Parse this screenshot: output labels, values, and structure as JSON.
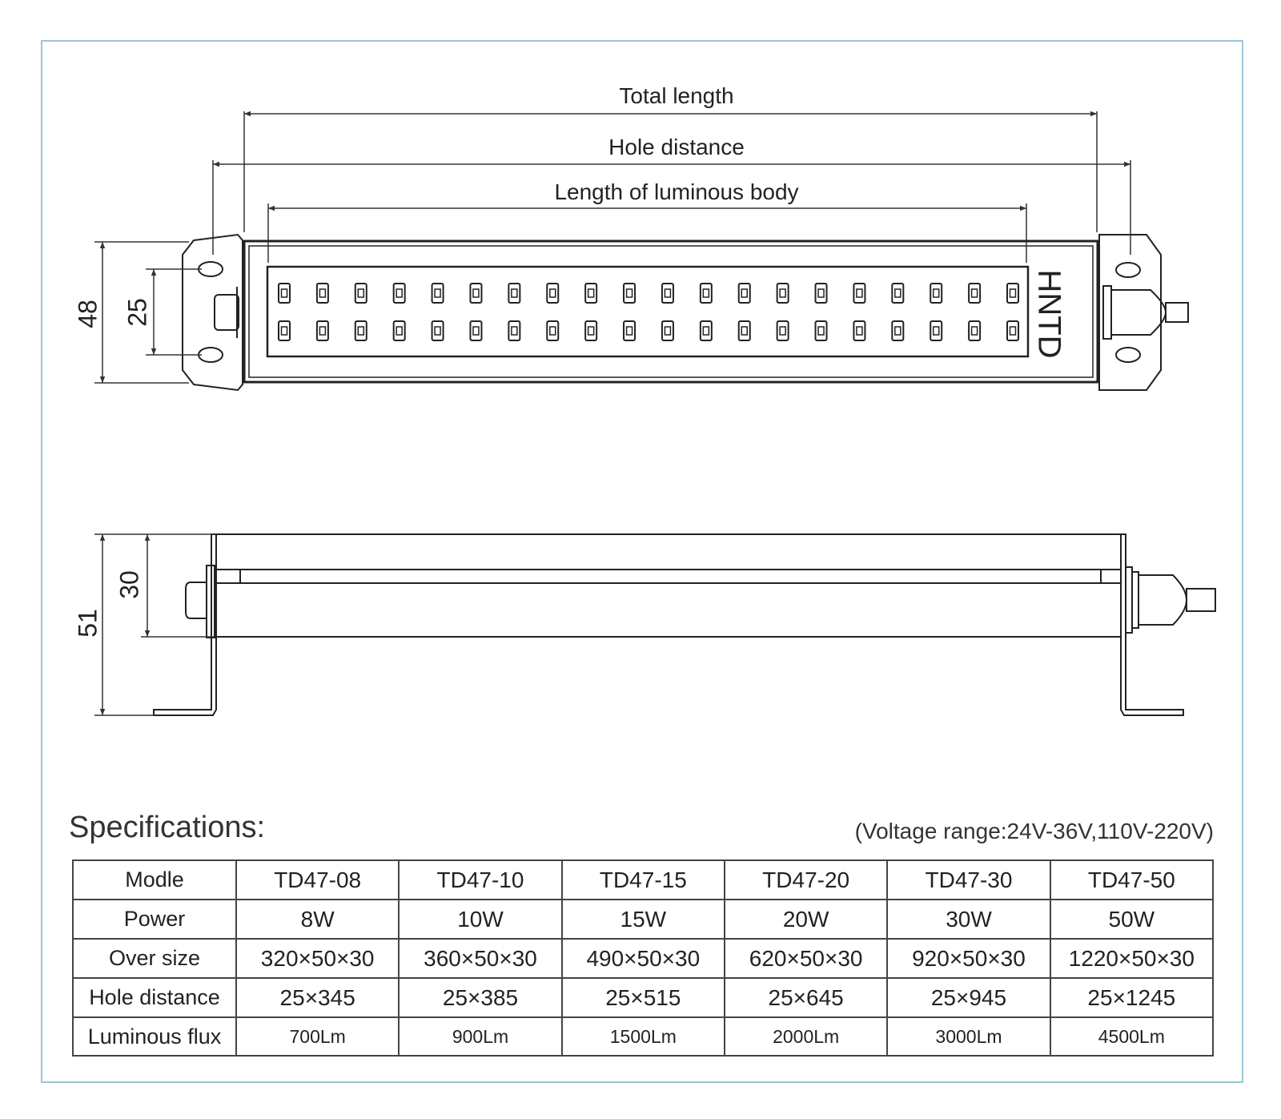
{
  "drawing": {
    "total_length_label": "Total length",
    "hole_distance_label": "Hole distance",
    "luminous_body_label": "Length of luminous body",
    "brand": "HNTD",
    "dim_height": "48",
    "dim_hole_spacing": "25",
    "dim_side_total": "51",
    "dim_side_body": "30",
    "led_columns": 20,
    "led_rows": 2
  },
  "specs": {
    "title": "Specifications:",
    "voltage_note": "(Voltage range:24V-36V,110V-220V)",
    "rows": [
      {
        "label": "Modle",
        "values": [
          "TD47-08",
          "TD47-10",
          "TD47-15",
          "TD47-20",
          "TD47-30",
          "TD47-50"
        ]
      },
      {
        "label": "Power",
        "values": [
          "8W",
          "10W",
          "15W",
          "20W",
          "30W",
          "50W"
        ]
      },
      {
        "label": "Over size",
        "values": [
          "320×50×30",
          "360×50×30",
          "490×50×30",
          "620×50×30",
          "920×50×30",
          "1220×50×30"
        ]
      },
      {
        "label": "Hole distance",
        "values": [
          "25×345",
          "25×385",
          "25×515",
          "25×645",
          "25×945",
          "25×1245"
        ]
      },
      {
        "label": "Luminous flux",
        "values": [
          "700Lm",
          "900Lm",
          "1500Lm",
          "2000Lm",
          "3000Lm",
          "4500Lm"
        ]
      }
    ]
  }
}
